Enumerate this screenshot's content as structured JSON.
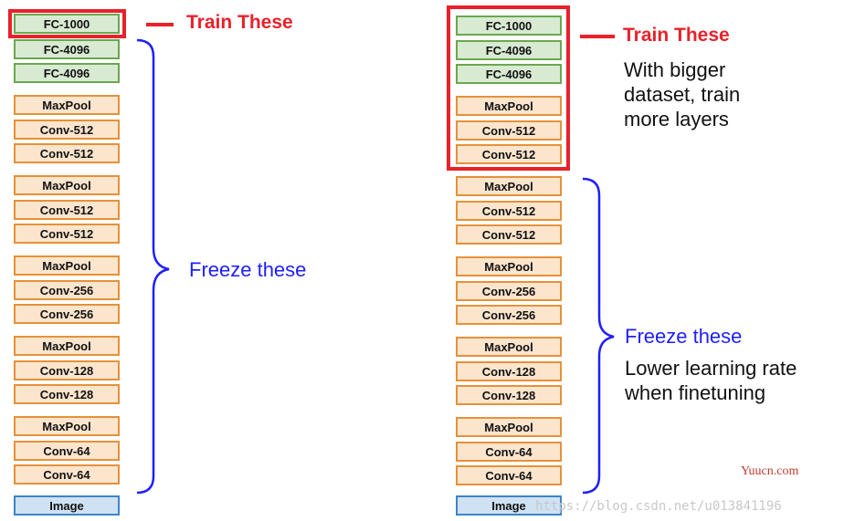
{
  "left_stack": [
    "FC-1000",
    "FC-4096",
    "FC-4096",
    "MaxPool",
    "Conv-512",
    "Conv-512",
    "MaxPool",
    "Conv-512",
    "Conv-512",
    "MaxPool",
    "Conv-256",
    "Conv-256",
    "MaxPool",
    "Conv-128",
    "Conv-128",
    "MaxPool",
    "Conv-64",
    "Conv-64",
    "Image"
  ],
  "right_stack": [
    "FC-1000",
    "FC-4096",
    "FC-4096",
    "MaxPool",
    "Conv-512",
    "Conv-512",
    "MaxPool",
    "Conv-512",
    "Conv-512",
    "MaxPool",
    "Conv-256",
    "Conv-256",
    "MaxPool",
    "Conv-128",
    "Conv-128",
    "MaxPool",
    "Conv-64",
    "Conv-64",
    "Image"
  ],
  "left": {
    "train_label": "Train These",
    "freeze_label": "Freeze these"
  },
  "right": {
    "train_label": "Train These",
    "train_note": [
      "With bigger",
      "dataset, train",
      "more layers"
    ],
    "freeze_label": "Freeze these",
    "freeze_note": [
      "Lower learning rate",
      "when finetuning"
    ]
  },
  "watermarks": {
    "site": "Yuucn.com",
    "url": "https://blog.csdn.net/u013841196"
  },
  "colors": {
    "fc_fill": "#d9ead3",
    "fc_border": "#6aa84f",
    "conv_fill": "#fce5cd",
    "conv_border": "#e69138",
    "image_fill": "#cfe2f3",
    "image_border": "#3d85c6",
    "highlight": "#e8212b",
    "brace": "#1f1fff"
  }
}
